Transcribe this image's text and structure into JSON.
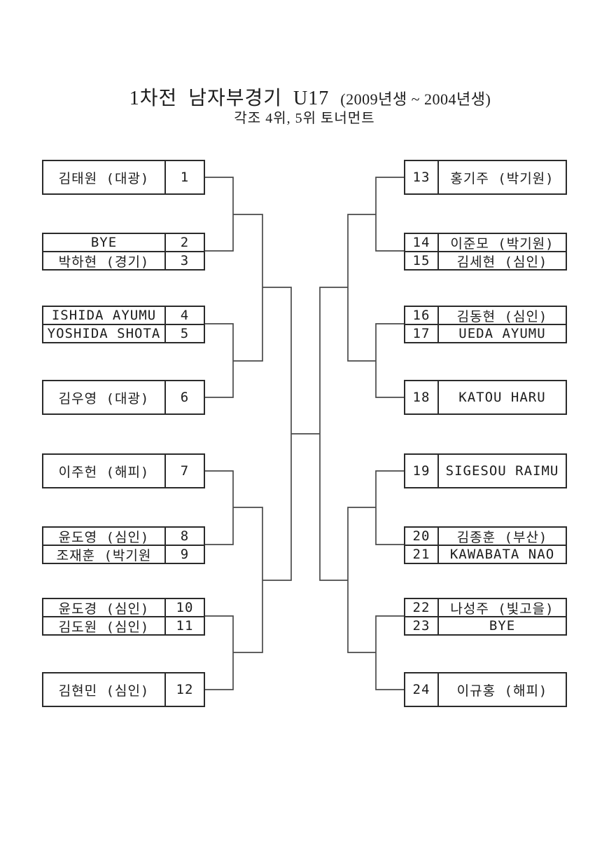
{
  "title": {
    "main": "1차전  남자부경기  U17",
    "range": "(2009년생 ~ 2004년생)",
    "subtitle": "각조 4위, 5위 토너먼트"
  },
  "colors": {
    "background": "#ffffff",
    "border": "#2b2b2b",
    "connector": "#4a4a4a",
    "text": "#1c1c1c"
  },
  "bracket": {
    "left": [
      {
        "rows": [
          {
            "name": "김태원 (대광)",
            "seed": "1"
          }
        ]
      },
      {
        "rows": [
          {
            "name": "BYE",
            "seed": "2"
          },
          {
            "name": "박하현 (경기)",
            "seed": "3"
          }
        ]
      },
      {
        "rows": [
          {
            "name": "ISHIDA AYUMU",
            "seed": "4"
          },
          {
            "name": "YOSHIDA SHOTA",
            "seed": "5"
          }
        ]
      },
      {
        "rows": [
          {
            "name": "김우영 (대광)",
            "seed": "6"
          }
        ]
      },
      {
        "rows": [
          {
            "name": "이주헌 (해피)",
            "seed": "7"
          }
        ]
      },
      {
        "rows": [
          {
            "name": "윤도영 (심인)",
            "seed": "8"
          },
          {
            "name": "조재훈 (박기원",
            "seed": "9"
          }
        ]
      },
      {
        "rows": [
          {
            "name": "윤도경 (심인)",
            "seed": "10"
          },
          {
            "name": "김도원 (심인)",
            "seed": "11"
          }
        ]
      },
      {
        "rows": [
          {
            "name": "김현민 (심인)",
            "seed": "12"
          }
        ]
      }
    ],
    "right": [
      {
        "rows": [
          {
            "seed": "13",
            "name": "홍기주 (박기원)"
          }
        ]
      },
      {
        "rows": [
          {
            "seed": "14",
            "name": "이준모 (박기원)"
          },
          {
            "seed": "15",
            "name": "김세현 (심인)"
          }
        ]
      },
      {
        "rows": [
          {
            "seed": "16",
            "name": "김동현 (심인)"
          },
          {
            "seed": "17",
            "name": "UEDA AYUMU"
          }
        ]
      },
      {
        "rows": [
          {
            "seed": "18",
            "name": "KATOU HARU"
          }
        ]
      },
      {
        "rows": [
          {
            "seed": "19",
            "name": "SIGESOU RAIMU"
          }
        ]
      },
      {
        "rows": [
          {
            "seed": "20",
            "name": "김종훈 (부산)"
          },
          {
            "seed": "21",
            "name": "KAWABATA NAO"
          }
        ]
      },
      {
        "rows": [
          {
            "seed": "22",
            "name": "나성주 (빛고을)"
          },
          {
            "seed": "23",
            "name": "BYE"
          }
        ]
      },
      {
        "rows": [
          {
            "seed": "24",
            "name": "이규홍 (해피)"
          }
        ]
      }
    ]
  }
}
